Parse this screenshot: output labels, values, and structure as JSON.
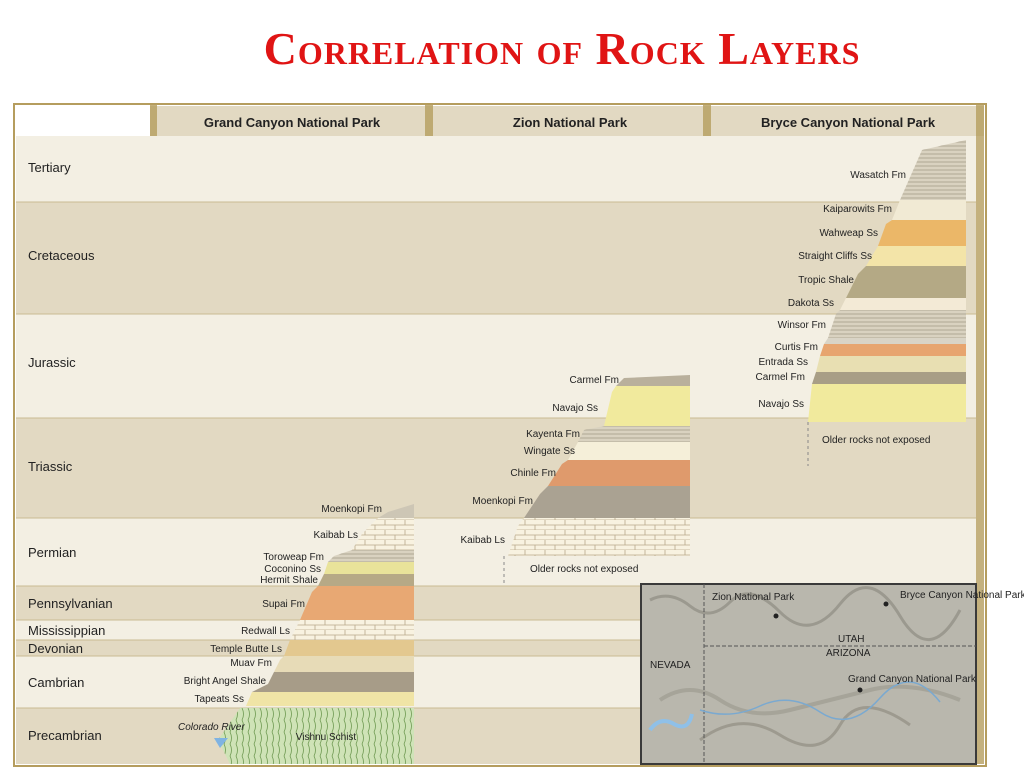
{
  "title": "Correlation of Rock Layers",
  "headers": [
    "Grand Canyon National Park",
    "Zion National Park",
    "Bryce Canyon National Park"
  ],
  "periods": [
    "Tertiary",
    "Cretaceous",
    "Jurassic",
    "Triassic",
    "Permian",
    "Pennsylvanian",
    "Mississippian",
    "Devonian",
    "Cambrian",
    "Precambrian"
  ],
  "grand_canyon": {
    "layers": [
      "Moenkopi Fm",
      "Kaibab Ls",
      "Toroweap Fm",
      "Coconino Ss",
      "Hermit Shale",
      "Supai Fm",
      "Redwall Ls",
      "Temple Butte Ls",
      "Muav Fm",
      "Bright Angel Shale",
      "Tapeats Ss"
    ],
    "basement": "Vishnu Schist",
    "river": "Colorado River"
  },
  "zion": {
    "layers": [
      "Carmel Fm",
      "Navajo Ss",
      "Kayenta Fm",
      "Wingate Ss",
      "Chinle Fm",
      "Moenkopi Fm",
      "Kaibab Ls"
    ],
    "note": "Older rocks not exposed"
  },
  "bryce": {
    "layers": [
      "Wasatch Fm",
      "Kaiparowits Fm",
      "Wahweap Ss",
      "Straight Cliffs Ss",
      "Tropic Shale",
      "Dakota Ss",
      "Winsor Fm",
      "Curtis Fm",
      "Entrada Ss",
      "Carmel Fm",
      "Navajo Ss"
    ],
    "note": "Older rocks not exposed"
  },
  "map": {
    "labels": [
      "Zion National Park",
      "Bryce Canyon National Park",
      "UTAH",
      "ARIZONA",
      "NEVADA",
      "Grand Canyon National Park"
    ]
  },
  "colors": {
    "title": "#e01414",
    "band_light": "#f3efe3",
    "band_dark": "#e2d9c2",
    "frame": "#b59d5e"
  }
}
